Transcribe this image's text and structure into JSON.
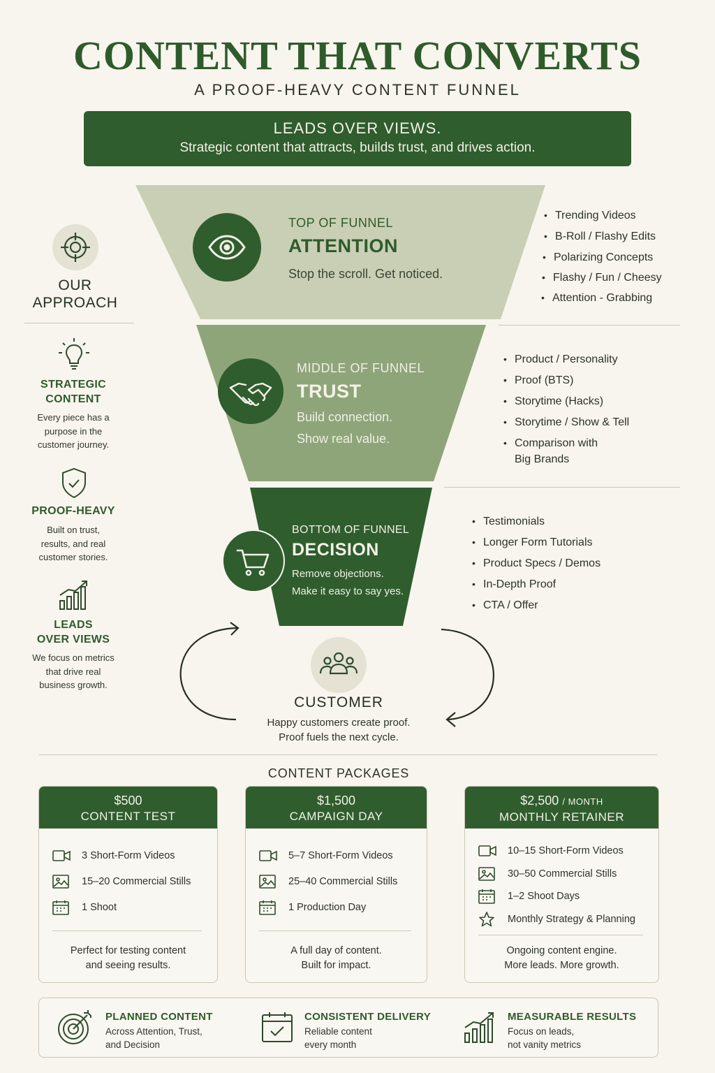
{
  "header": {
    "title": "CONTENT THAT CONVERTS",
    "subtitle": "A PROOF-HEAVY CONTENT FUNNEL",
    "banner_line1": "LEADS OVER VIEWS.",
    "banner_line2": "Strategic content that attracts, builds trust, and drives action."
  },
  "approach": {
    "title_line1": "OUR",
    "title_line2": "APPROACH",
    "icon": "target-icon",
    "features": [
      {
        "icon": "lightbulb-icon",
        "title_line1": "STRATEGIC",
        "title_line2": "CONTENT",
        "body": [
          "Every piece has a",
          "purpose in the",
          "customer journey."
        ]
      },
      {
        "icon": "shield-check-icon",
        "title_line1": "PROOF-HEAVY",
        "title_line2": "",
        "body": [
          "Built on trust,",
          "results, and real",
          "customer stories."
        ]
      },
      {
        "icon": "growth-chart-icon",
        "title_line1": "LEADS",
        "title_line2": "OVER VIEWS",
        "body": [
          "We focus on metrics",
          "that drive real",
          "business growth."
        ]
      }
    ]
  },
  "funnel": {
    "top": {
      "label": "TOP OF FUNNEL",
      "title": "ATTENTION",
      "desc": [
        "Stop the scroll. Get noticed."
      ],
      "icon": "eye-icon",
      "bullets": [
        "Trending Videos",
        "B-Roll / Flashy Edits",
        "Polarizing Concepts",
        "Flashy / Fun / Cheesy",
        "Attention - Grabbing"
      ]
    },
    "middle": {
      "label": "MIDDLE OF FUNNEL",
      "title": "TRUST",
      "desc": [
        "Build connection.",
        "Show real value."
      ],
      "icon": "handshake-icon",
      "bullets": [
        "Product / Personality",
        "Proof (BTS)",
        "Storytime (Hacks)",
        "Storytime / Show & Tell",
        "Comparison with",
        "Big Brands"
      ]
    },
    "bottom": {
      "label": "BOTTOM OF FUNNEL",
      "title": "DECISION",
      "desc": [
        "Remove objections.",
        "Make it easy to say yes."
      ],
      "icon": "cart-icon",
      "bullets": [
        "Testimonials",
        "Longer Form Tutorials",
        "Product Specs / Demos",
        "In-Depth Proof",
        "CTA / Offer"
      ]
    }
  },
  "customer": {
    "icon": "people-icon",
    "title": "CUSTOMER",
    "desc": [
      "Happy customers create proof.",
      "Proof fuels the next cycle."
    ]
  },
  "packages": {
    "heading": "CONTENT PACKAGES",
    "items": [
      {
        "price": "$500",
        "price_suffix": "",
        "name": "CONTENT TEST",
        "features": [
          {
            "icon": "video-icon",
            "text": "3 Short-Form Videos"
          },
          {
            "icon": "image-icon",
            "text": "15–20 Commercial Stills"
          },
          {
            "icon": "calendar-icon",
            "text": "1 Shoot"
          }
        ],
        "footer": [
          "Perfect for testing content",
          "and seeing results."
        ]
      },
      {
        "price": "$1,500",
        "price_suffix": "",
        "name": "CAMPAIGN DAY",
        "features": [
          {
            "icon": "video-icon",
            "text": "5–7 Short-Form Videos"
          },
          {
            "icon": "image-icon",
            "text": "25–40 Commercial Stills"
          },
          {
            "icon": "calendar-icon",
            "text": "1 Production Day"
          }
        ],
        "footer": [
          "A full day of content.",
          "Built for impact."
        ]
      },
      {
        "price": "$2,500",
        "price_suffix": "/ MONTH",
        "name": "MONTHLY RETAINER",
        "features": [
          {
            "icon": "video-icon",
            "text": "10–15 Short-Form Videos"
          },
          {
            "icon": "image-icon",
            "text": "30–50 Commercial Stills"
          },
          {
            "icon": "calendar-icon",
            "text": "1–2 Shoot Days"
          },
          {
            "icon": "star-icon",
            "text": "Monthly Strategy & Planning"
          }
        ],
        "footer": [
          "Ongoing content engine.",
          "More leads. More growth."
        ]
      }
    ]
  },
  "footer": [
    {
      "icon": "target-arrow-icon",
      "title": "PLANNED CONTENT",
      "body": [
        "Across Attention, Trust,",
        "and Decision"
      ]
    },
    {
      "icon": "calendar-check-icon",
      "title": "CONSISTENT DELIVERY",
      "body": [
        "Reliable content",
        "every month"
      ]
    },
    {
      "icon": "growth-chart-icon",
      "title": "MEASURABLE RESULTS",
      "body": [
        "Focus on leads,",
        "not vanity metrics"
      ]
    }
  ],
  "colors": {
    "primary": "#2f5d2e",
    "funnel_top": "#c9cfb4",
    "funnel_middle": "#8ea57a",
    "funnel_bottom": "#2f5d2e",
    "background": "#f8f5ee"
  }
}
